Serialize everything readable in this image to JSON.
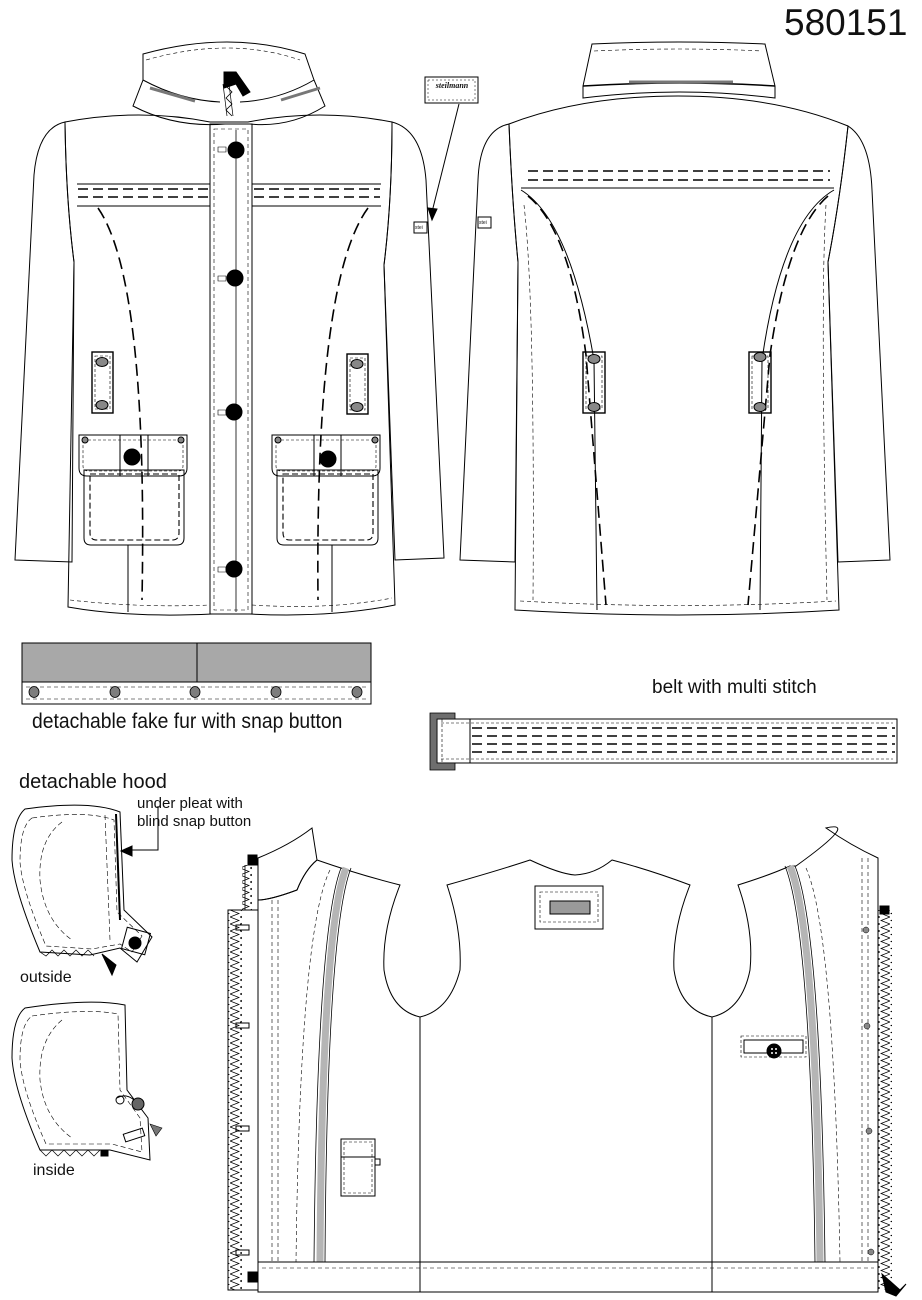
{
  "style_number": "580151",
  "brand_label": "steilmann",
  "sleeve_label_text": "stei",
  "labels": {
    "fur": "detachable fake fur with snap button",
    "belt": "belt with multi stitch",
    "hood": "detachable hood",
    "pleat_line1": "under pleat with",
    "pleat_line2": "blind snap button",
    "outside": "outside",
    "inside": "inside"
  },
  "colors": {
    "line": "#000000",
    "fur": "#a8a8a8",
    "snap": "#7d7d7d",
    "belt_buckle": "#6e6e6e",
    "zipper_tape": "#b5b5b5"
  }
}
